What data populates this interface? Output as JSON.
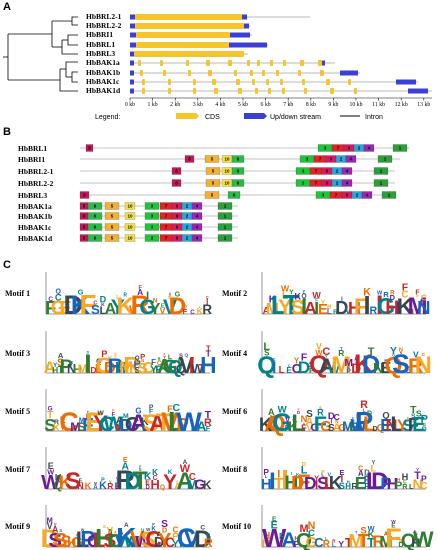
{
  "panels": {
    "a": "A",
    "b": "B",
    "c": "C"
  },
  "panel_a": {
    "genes": [
      "HbBRL2-1",
      "HbBRL2-2",
      "HbBRI1",
      "HbBRL1",
      "HbBRL3",
      "HbBAK1a",
      "HbBAK1b",
      "HbBAK1c",
      "HbBAK1d"
    ],
    "axis_ticks": [
      "0 kb",
      "1 kb",
      "2 kb",
      "3 kb",
      "4 kb",
      "5 kb",
      "6 kb",
      "7 kb",
      "8 kb",
      "9 kb",
      "10 kb",
      "11 kb",
      "12 kb",
      "13 kb"
    ],
    "legend_title": "Legend:",
    "legend_cds": "CDS",
    "legend_utr": "Up/down stream",
    "legend_intron": "Intron"
  },
  "panel_b": {
    "genes": [
      "HbBRL1",
      "HbBRI1",
      "HbBRL2-1",
      "HbBRL2-2",
      "HbBRL3",
      "HbBAK1a",
      "HbBAK1b",
      "HbBAK1c",
      "HbBAK1d"
    ]
  },
  "panel_c": {
    "motifs": [
      "Motif 1",
      "Motif 2",
      "Motif 3",
      "Motif 4",
      "Motif 5",
      "Motif 6",
      "Motif 7",
      "Motif 8",
      "Motif 9",
      "Motif 10"
    ]
  },
  "colors": {
    "cds": "#f5c52a",
    "utr": "#3b3fd6",
    "m1": "#2e9e3a",
    "m2": "#2aa6d8",
    "m3": "#1fc43a",
    "m4": "#9c27b0",
    "m5": "#f2b035",
    "m6": "#2db84a",
    "m7": "#e0242a",
    "m8": "#c2185b",
    "m9": "#d81b60",
    "m10": "#f4e04d"
  }
}
